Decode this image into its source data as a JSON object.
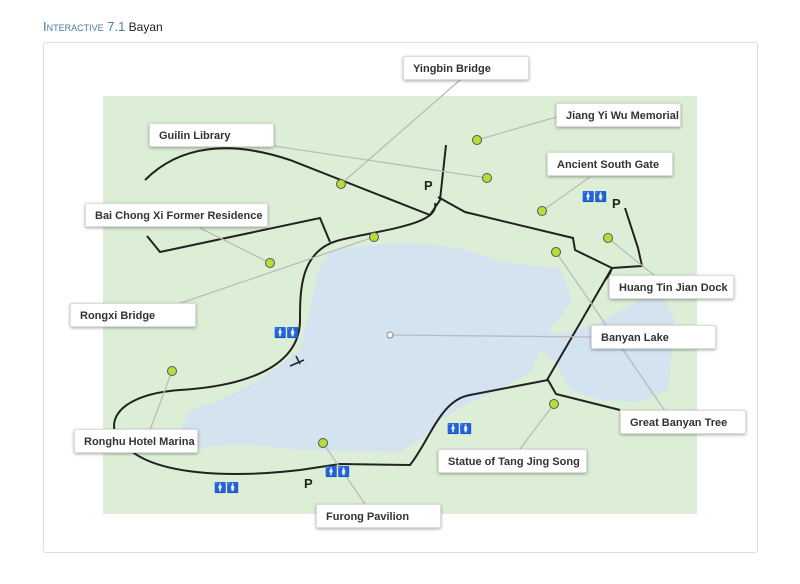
{
  "caption": {
    "label": "Interactive 7.1",
    "title": "Bayan"
  },
  "colors": {
    "land": "#dcefd6",
    "lake": "#d3e3ef",
    "road": "#222222",
    "marker": "#b8dc3a"
  },
  "labels": [
    {
      "id": "yingbin-bridge",
      "text": "Yingbin Bridge"
    },
    {
      "id": "jiang-yi-wu-memorial",
      "text": "Jiang Yi Wu Memorial"
    },
    {
      "id": "guilin-library",
      "text": "Guilin Library"
    },
    {
      "id": "ancient-south-gate",
      "text": "Ancient South Gate"
    },
    {
      "id": "bai-chong-xi-former-residence",
      "text": "Bai Chong Xi Former Residence"
    },
    {
      "id": "rongxi-bridge",
      "text": "Rongxi Bridge"
    },
    {
      "id": "huang-tin-jian-dock",
      "text": "Huang Tin Jian Dock"
    },
    {
      "id": "banyan-lake",
      "text": "Banyan Lake"
    },
    {
      "id": "great-banyan-tree",
      "text": "Great Banyan Tree"
    },
    {
      "id": "statue-of-tang-jing-song",
      "text": "Statue of Tang Jing Song"
    },
    {
      "id": "ronghu-hotel-marina",
      "text": "Ronghu Hotel Marina"
    },
    {
      "id": "furong-pavilion",
      "text": "Furong Pavilion"
    }
  ],
  "icons": {
    "parking": "P",
    "restroom": "🚹🚺",
    "boat": "boat-icon"
  }
}
